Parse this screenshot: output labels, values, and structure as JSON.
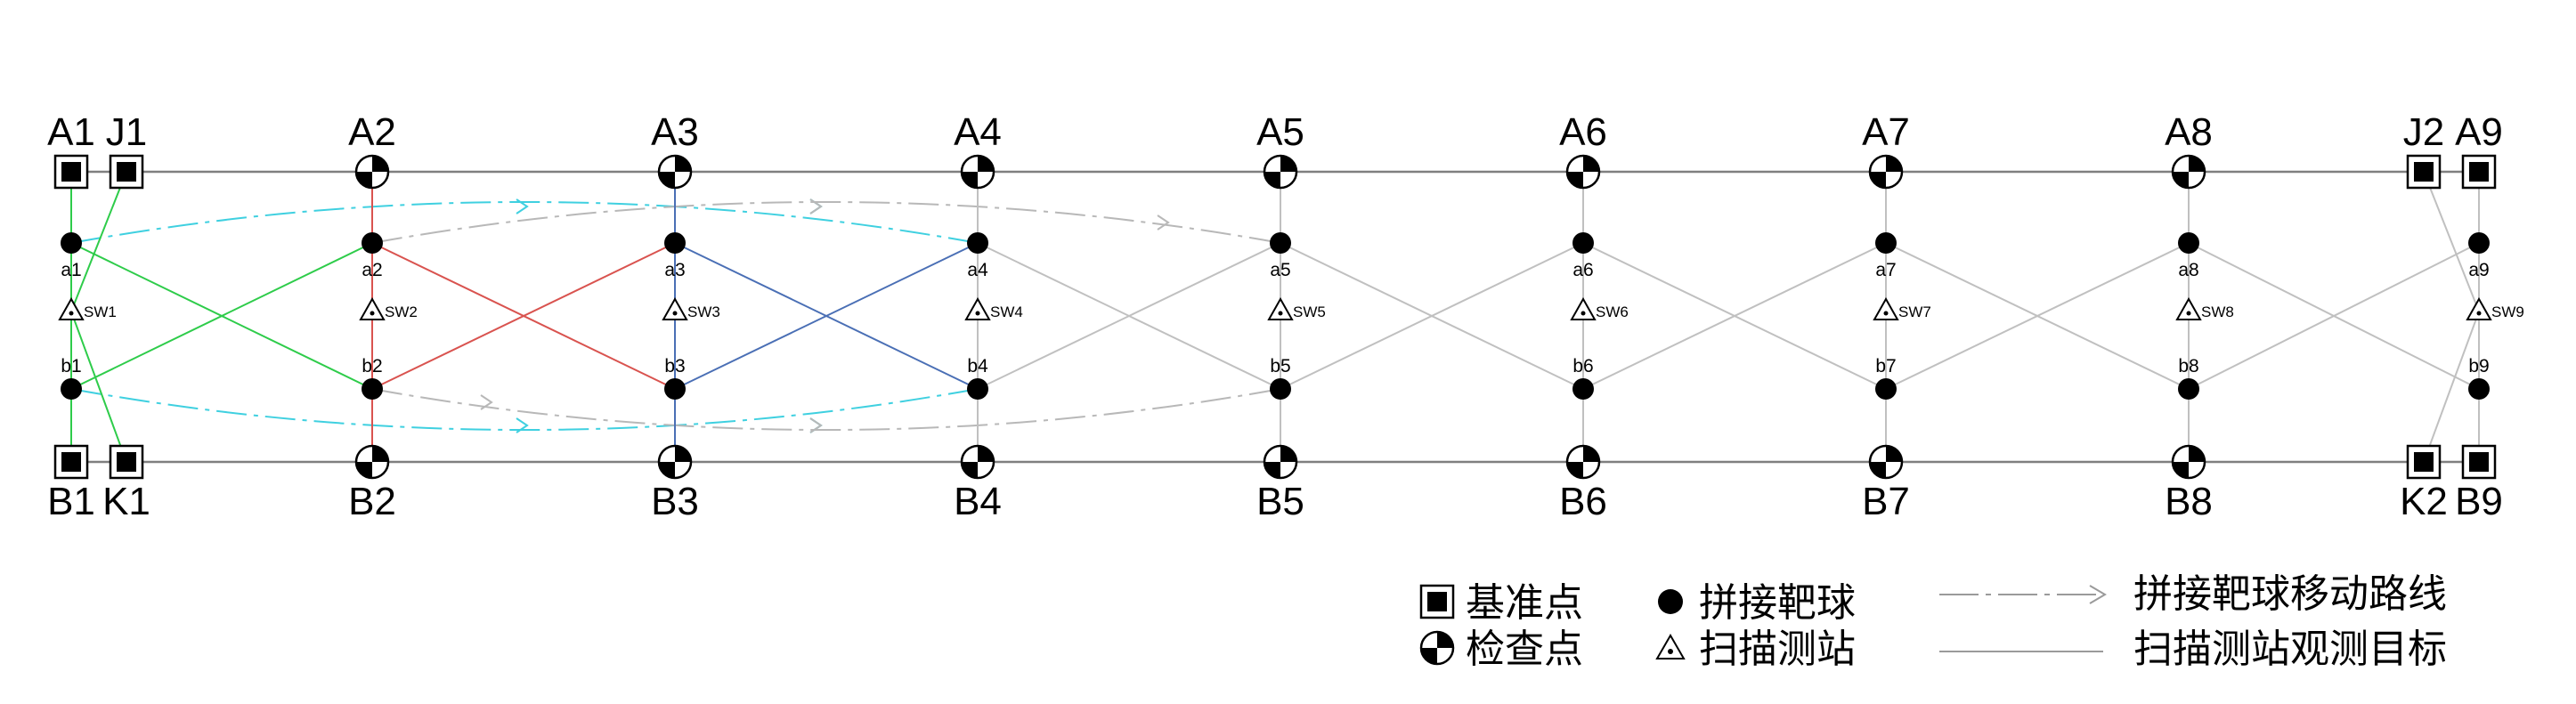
{
  "top_labels": [
    "A1",
    "J1",
    "A2",
    "A3",
    "A4",
    "A5",
    "A6",
    "A7",
    "A8",
    "J2",
    "A9"
  ],
  "bottom_labels": [
    "B1",
    "K1",
    "B2",
    "B3",
    "B4",
    "B5",
    "B6",
    "B7",
    "B8",
    "K2",
    "B9"
  ],
  "upper_sphere_labels": [
    "a1",
    "a2",
    "a3",
    "a4",
    "a5",
    "a6",
    "a7",
    "a8",
    "a9"
  ],
  "lower_sphere_labels": [
    "b1",
    "b2",
    "b3",
    "b4",
    "b5",
    "b6",
    "b7",
    "b8",
    "b9"
  ],
  "station_labels": [
    "SW1",
    "SW2",
    "SW3",
    "SW4",
    "SW5",
    "SW6",
    "SW7",
    "SW8",
    "SW9"
  ],
  "legend": {
    "reference_point": "基准点",
    "check_point": "检查点",
    "stitching_sphere": "拼接靶球",
    "scan_station": "扫描测站",
    "sphere_move_route": "拼接靶球移动路线",
    "station_observation_target": "扫描测站观测目标"
  },
  "colors": {
    "frame": "#7f7f7f",
    "observation_grey": "#c0c0c0",
    "station1_green": "#2ecc4a",
    "station2_red": "#d9534f",
    "station3_blue": "#4a6fb5",
    "route_cyan": "#3fd0e0",
    "route_grey": "#b8b8b8"
  }
}
